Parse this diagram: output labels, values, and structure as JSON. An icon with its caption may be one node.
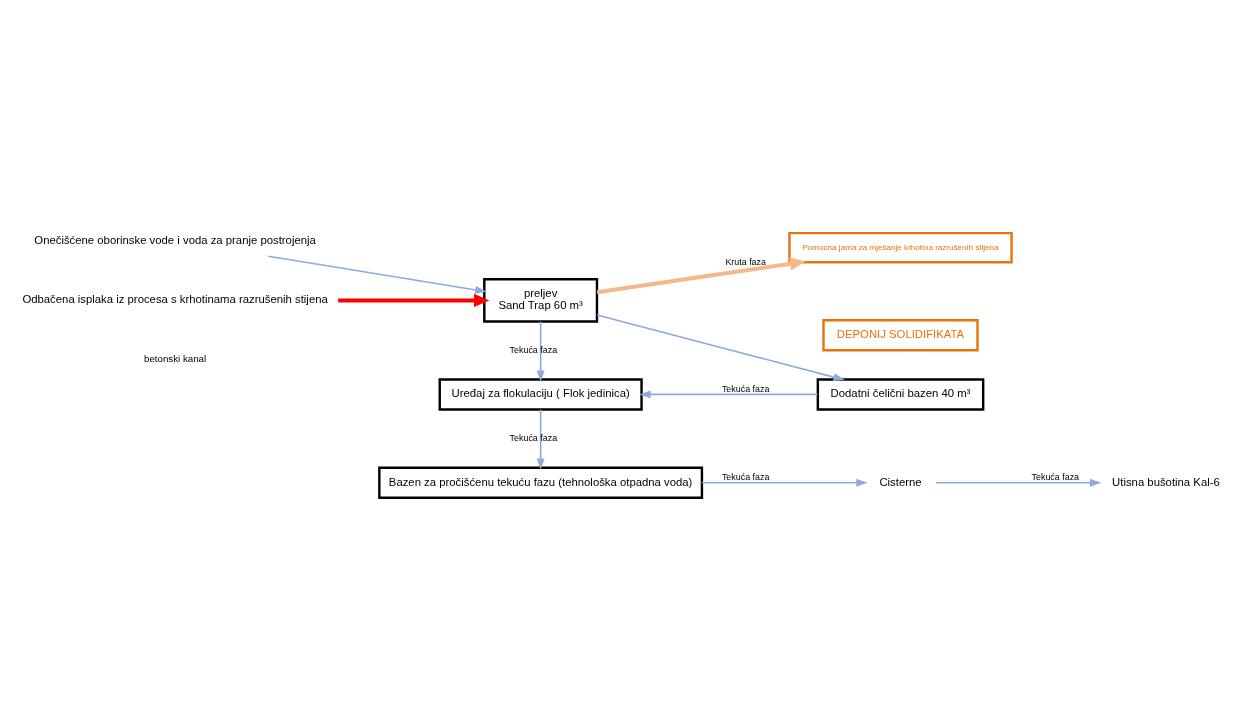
{
  "diagram": {
    "nodes": [
      {
        "text": [
          "Onečišćene oborinske vode i voda za pranje postrojenja"
        ]
      },
      {
        "text": [
          "Odbačena isplaka iz procesa s krhotinama razrušenih stijena"
        ]
      },
      {
        "text": [
          "preljev",
          "Sand Trap 60 m³"
        ]
      },
      {
        "text": [
          "Dodatni čelični bazen 40 m³"
        ]
      },
      {
        "text": [
          "Uređaj za flokulaciju ( Flok jedinica)"
        ]
      },
      {
        "text": [
          "Bazen za pročišćenu tekuću fazu (tehnološka otpadna voda)"
        ]
      },
      {
        "text": [
          "Cisterne"
        ]
      },
      {
        "text": [
          "Utisna bušotina Kal-6"
        ]
      },
      {
        "text": [
          "Pomoćna jama za mješanje krhotina razrušenih stijena"
        ]
      },
      {
        "text": [
          "DEPONIJ SOLIDIFIKATA"
        ]
      }
    ],
    "edges": [
      {
        "from": 0,
        "to": 2,
        "arrow": "to"
      },
      {
        "from": 1,
        "to": 2,
        "arrow": "to",
        "style": "thick",
        "color": "#ff0000"
      },
      {
        "from": 2,
        "to": 4,
        "arrow": "to",
        "label": "Tekuća faza"
      },
      {
        "from": 2,
        "to": 3,
        "arrow": "to"
      },
      {
        "from": 2,
        "to": 8,
        "arrow": "to",
        "label": "Kruta faza",
        "style": "thick",
        "color": "#f5b88a"
      },
      {
        "from": 3,
        "to": 4,
        "arrow": "to",
        "label": "Tekuća faza"
      },
      {
        "from": 4,
        "to": 5,
        "arrow": "to",
        "label": "Tekuća faza"
      },
      {
        "from": 5,
        "to": 6,
        "arrow": "to",
        "label": "Tekuća faza"
      },
      {
        "from": 6,
        "to": 7,
        "arrow": "to",
        "label": "Tekuća faza"
      }
    ],
    "labels": [
      "betonski kanal"
    ]
  }
}
